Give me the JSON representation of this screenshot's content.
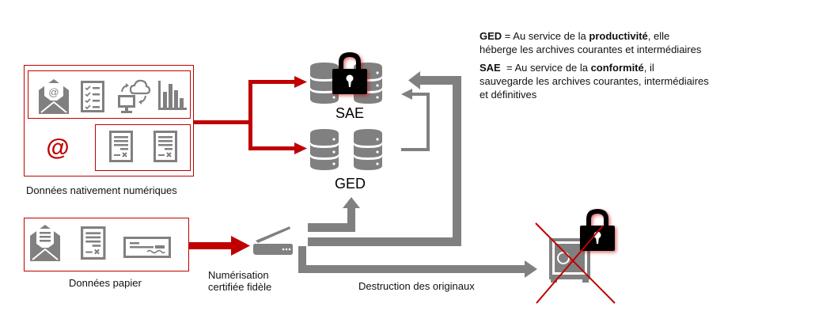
{
  "colors": {
    "accent_red": "#c00000",
    "icon_gray": "#808080",
    "lock_black": "#000000"
  },
  "groups": {
    "native_digital": {
      "label": "Données nativement numériques",
      "icons": [
        "email-icon",
        "checklist-icon",
        "cloud-sync-computer-icon",
        "bar-chart-icon",
        "at-sign-icon",
        "signed-document-icon",
        "signed-document-icon"
      ],
      "at_symbol": "@"
    },
    "paper": {
      "label": "Données papier",
      "icons": [
        "paper-letter-icon",
        "signed-document-icon",
        "cheque-icon"
      ]
    }
  },
  "scanner": {
    "label_line1": "Numérisation",
    "label_line2": "certifiée fidèle"
  },
  "storage": {
    "sae_label": "SAE",
    "ged_label": "GED"
  },
  "destruction": {
    "label": "Destruction des originaux"
  },
  "notes": {
    "ged": {
      "term": "GED",
      "text_before": " = Au service de la ",
      "emphasis": "productivité",
      "text_after": ", elle héberge les archives courantes et intermédiaires"
    },
    "sae": {
      "term": "SAE",
      "text_before": "  = Au service de la ",
      "emphasis": "conformité",
      "text_after": ", il sauvegarde les archives courantes, intermédiaires et définitives"
    }
  }
}
